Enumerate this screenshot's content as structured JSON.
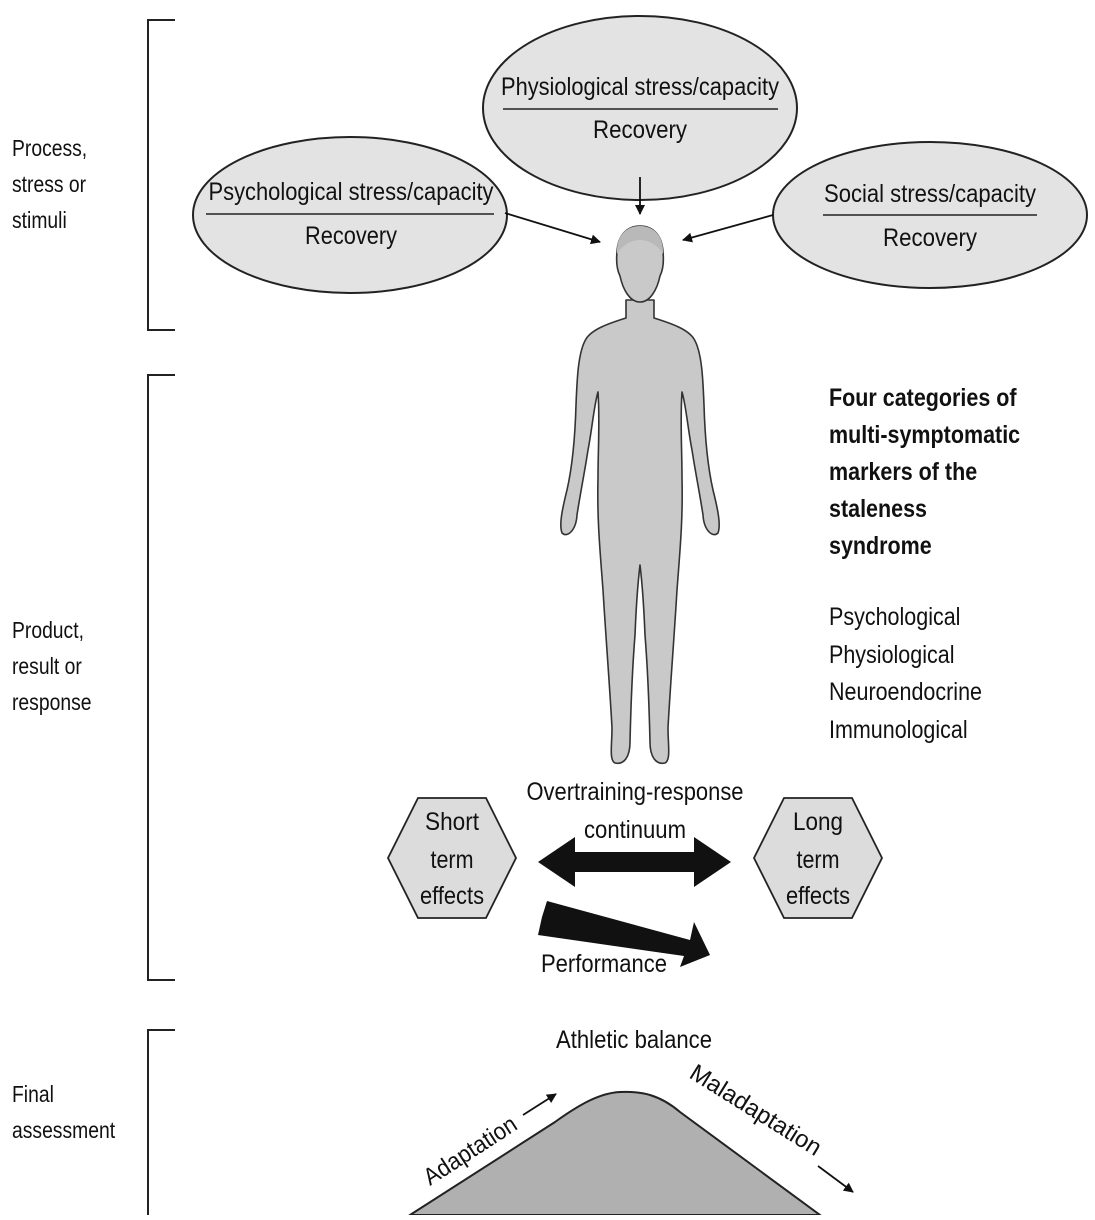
{
  "sections": {
    "process": [
      "Process,",
      "stress or",
      "stimuli"
    ],
    "product": [
      "Product,",
      "result or",
      "response"
    ],
    "final": [
      "Final",
      "assessment"
    ]
  },
  "stress_sources": {
    "physiological": {
      "stress": "Physiological stress/capacity",
      "recovery": "Recovery"
    },
    "psychological": {
      "stress": "Psychological stress/capacity",
      "recovery": "Recovery"
    },
    "social": {
      "stress": "Social stress/capacity",
      "recovery": "Recovery"
    }
  },
  "markers": {
    "title": [
      "Four categories of",
      "multi-symptomatic",
      "markers of the staleness",
      "syndrome"
    ],
    "items": [
      "Psychological",
      "Physiological",
      "Neuroendocrine",
      "Immunological"
    ]
  },
  "continuum": {
    "label": [
      "Overtraining-response",
      "continuum"
    ],
    "short_term": [
      "Short",
      "term",
      "effects"
    ],
    "long_term": [
      "Long",
      "term",
      "effects"
    ],
    "performance": "Performance"
  },
  "balance": {
    "title": "Athletic balance",
    "adaptation": "Adaptation",
    "maladaptation": "Maladaptation"
  },
  "colors": {
    "ellipse_fill": "#e3e3e3",
    "figure_fill": "#c9c9c9",
    "hexagon_fill": "#dcdcdc",
    "hill_fill": "#b0b0b0",
    "ink": "#111111"
  }
}
